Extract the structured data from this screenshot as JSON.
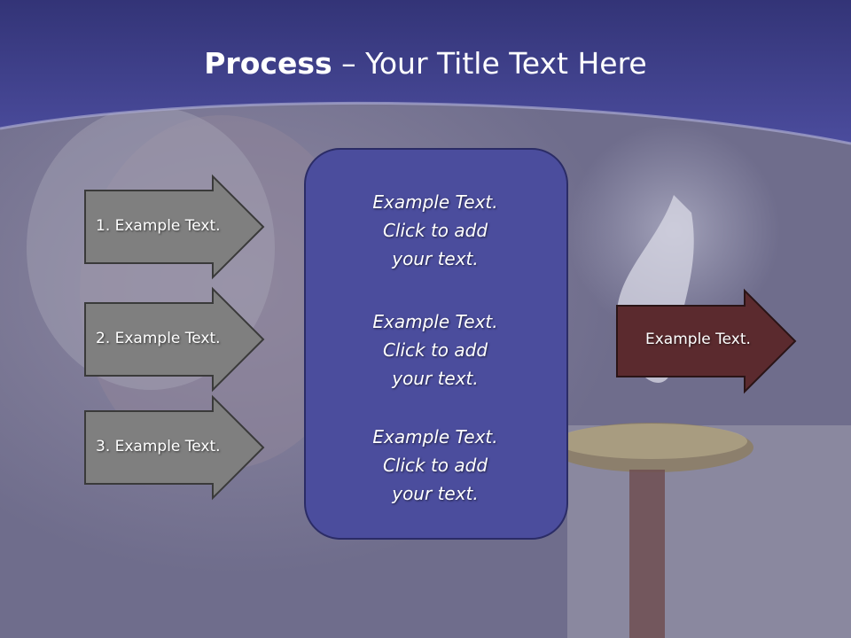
{
  "slide": {
    "title_bold": "Process",
    "title_rest": " – Your Title Text Here",
    "left_arrows": [
      {
        "label": "1. Example Text."
      },
      {
        "label": "2. Example Text."
      },
      {
        "label": "3. Example Text."
      }
    ],
    "center_box": {
      "blocks": [
        {
          "line1": "Example Text.",
          "line2": "Click  to add",
          "line3": "your text."
        },
        {
          "line1": "Example Text.",
          "line2": "Click  to add",
          "line3": "your text."
        },
        {
          "line1": "Example Text.",
          "line2": "Click  to add",
          "line3": "your text."
        }
      ]
    },
    "right_arrow": {
      "label": "Example Text."
    }
  },
  "colors": {
    "header": "#3e3f8a",
    "center_box": "#4a4c9c",
    "left_arrow": "#7e7e7e",
    "right_arrow": "#5b2a2e",
    "text": "#ffffff"
  }
}
